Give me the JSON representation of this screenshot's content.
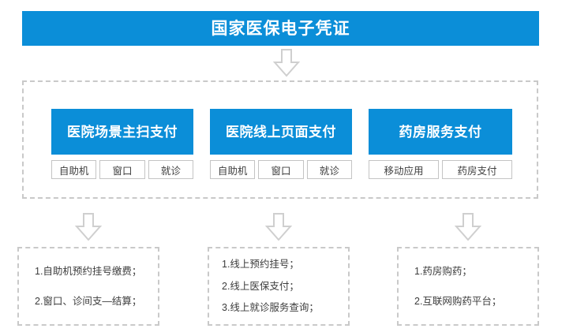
{
  "header": {
    "title": "国家医保电子凭证",
    "bar_color": "#0b8ed8",
    "text_color": "#ffffff"
  },
  "arrows": {
    "top": {
      "name": "down-arrow-top",
      "glyph": "down-arrow"
    },
    "branch_1": {
      "name": "down-arrow-branch-1",
      "glyph": "down-arrow"
    },
    "branch_2": {
      "name": "down-arrow-branch-2",
      "glyph": "down-arrow"
    },
    "branch_3": {
      "name": "down-arrow-branch-3",
      "glyph": "down-arrow"
    }
  },
  "scenarios": {
    "border_color": "#c9c9c9",
    "columns": [
      {
        "title": "医院场景主扫支付",
        "buttons": [
          "自助机",
          "窗口",
          "就诊"
        ]
      },
      {
        "title": "医院线上页面支付",
        "buttons": [
          "自助机",
          "窗口",
          "就诊"
        ]
      },
      {
        "title": "药房服务支付",
        "buttons": [
          "移动应用",
          "药房支付"
        ]
      }
    ]
  },
  "outcomes": [
    {
      "lines": [
        "1.自助机预约挂号缴费；",
        "2.窗口、诊间支—结算；"
      ]
    },
    {
      "lines": [
        "1.线上预约挂号；",
        "2.线上医保支付；",
        "3.线上就诊服务查询；"
      ]
    },
    {
      "lines": [
        "1.药房购药；",
        "2.互联网购药平台；"
      ]
    }
  ]
}
